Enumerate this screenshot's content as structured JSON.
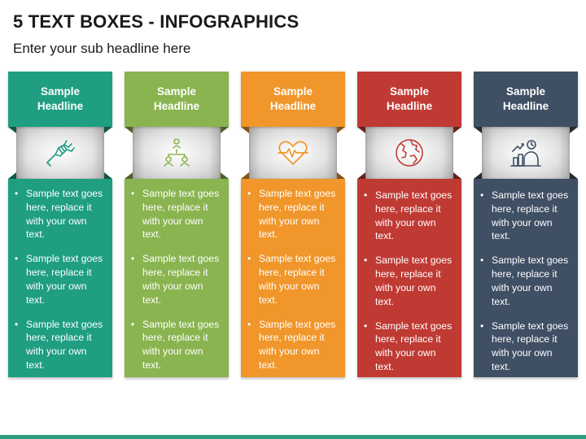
{
  "page": {
    "title": "5 TEXT BOXES - INFOGRAPHICS",
    "subtitle": "Enter your sub headline here"
  },
  "columns": [
    {
      "headline": "Sample\nHeadline",
      "icon": "handshake-icon",
      "color": "#1f9e82",
      "items": [
        "Sample text goes here, replace it with your own text.",
        "Sample text goes here, replace it with your own text.",
        "Sample text goes here, replace it with your own text."
      ]
    },
    {
      "headline": "Sample\nHeadline",
      "icon": "team-network-icon",
      "color": "#8ab450",
      "items": [
        "Sample text goes here, replace it with your own text.",
        "Sample text goes here, replace it with your own text.",
        "Sample text goes here, replace it with your own text."
      ]
    },
    {
      "headline": "Sample\nHeadline",
      "icon": "heartbeat-icon",
      "color": "#f0962a",
      "items": [
        "Sample text goes here, replace it with your own text.",
        "Sample text goes here, replace it with your own text.",
        "Sample text goes here, replace it with your own text."
      ]
    },
    {
      "headline": "Sample\nHeadline",
      "icon": "globe-icon",
      "color": "#c03a34",
      "items": [
        "Sample text goes here, replace it with your own text.",
        "Sample text goes here, replace it with your own text.",
        "Sample text goes here, replace it with your own text."
      ]
    },
    {
      "headline": "Sample\nHeadline",
      "icon": "analytics-person-icon",
      "color": "#3f4f64",
      "items": [
        "Sample text goes here, replace it with your own text.",
        "Sample text goes here, replace it with your own text.",
        "Sample text goes here, replace it with your own text."
      ]
    }
  ],
  "footer": {
    "bar_color": "#2e9e7f"
  }
}
